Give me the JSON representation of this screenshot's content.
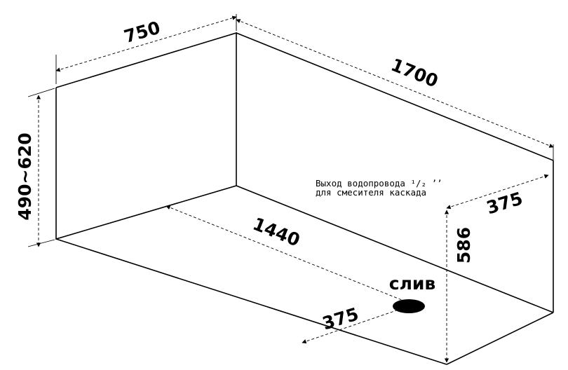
{
  "dimensions": {
    "width": "750",
    "length": "1700",
    "height": "490~620",
    "inner_length": "1440",
    "drain_offset": "375",
    "outlet_offset": "375",
    "outlet_height": "586"
  },
  "labels": {
    "drain": "слив",
    "outlet_line1": "Выход водопровода ¹/₂ ʼʼ",
    "outlet_line2": "для смесителя каскада"
  },
  "colors": {
    "line": "#000000",
    "background": "#ffffff"
  }
}
